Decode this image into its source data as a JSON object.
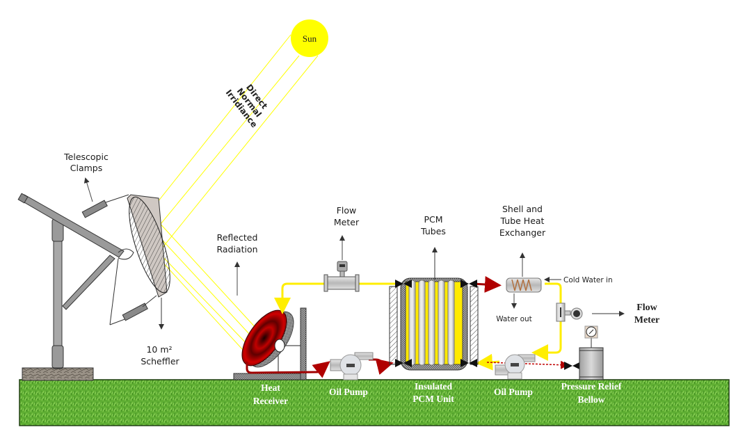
{
  "diagram": {
    "title": "Solar thermal PCM storage system schematic",
    "sun": {
      "label": "Sun",
      "color": "#ffff00"
    },
    "dni_label": [
      "Direct",
      "Normal",
      "Irridiance"
    ],
    "clamps_label": [
      "Telescopic",
      "Clamps"
    ],
    "scheffler_label": [
      "10 m²",
      "Scheffler"
    ],
    "reflected_label": [
      "Reflected",
      "Radiation"
    ],
    "flow_meter_1_label": [
      "Flow",
      "Meter"
    ],
    "pcm_tubes_label": [
      "PCM",
      "Tubes"
    ],
    "hx_label": [
      "Shell and",
      "Tube Heat",
      "Exchanger"
    ],
    "cold_water_label": "Cold Water in",
    "water_out_label": "Water out",
    "flow_meter_2_label": [
      "Flow",
      "Meter"
    ],
    "ground_labels": {
      "heat_receiver": [
        "Heat",
        "Receiver"
      ],
      "oil_pump_1": "Oil Pump",
      "pcm_unit": [
        "Insulated",
        "PCM Unit"
      ],
      "oil_pump_2": "Oil Pump",
      "pressure_relief": [
        "Pressure Relief",
        "Bellow"
      ]
    },
    "colors": {
      "ray": "#ffff00",
      "cold_line": "#ffee00",
      "hot_line": "#a00000",
      "ground": "#5cae2e",
      "receiver": "#b00000"
    }
  }
}
